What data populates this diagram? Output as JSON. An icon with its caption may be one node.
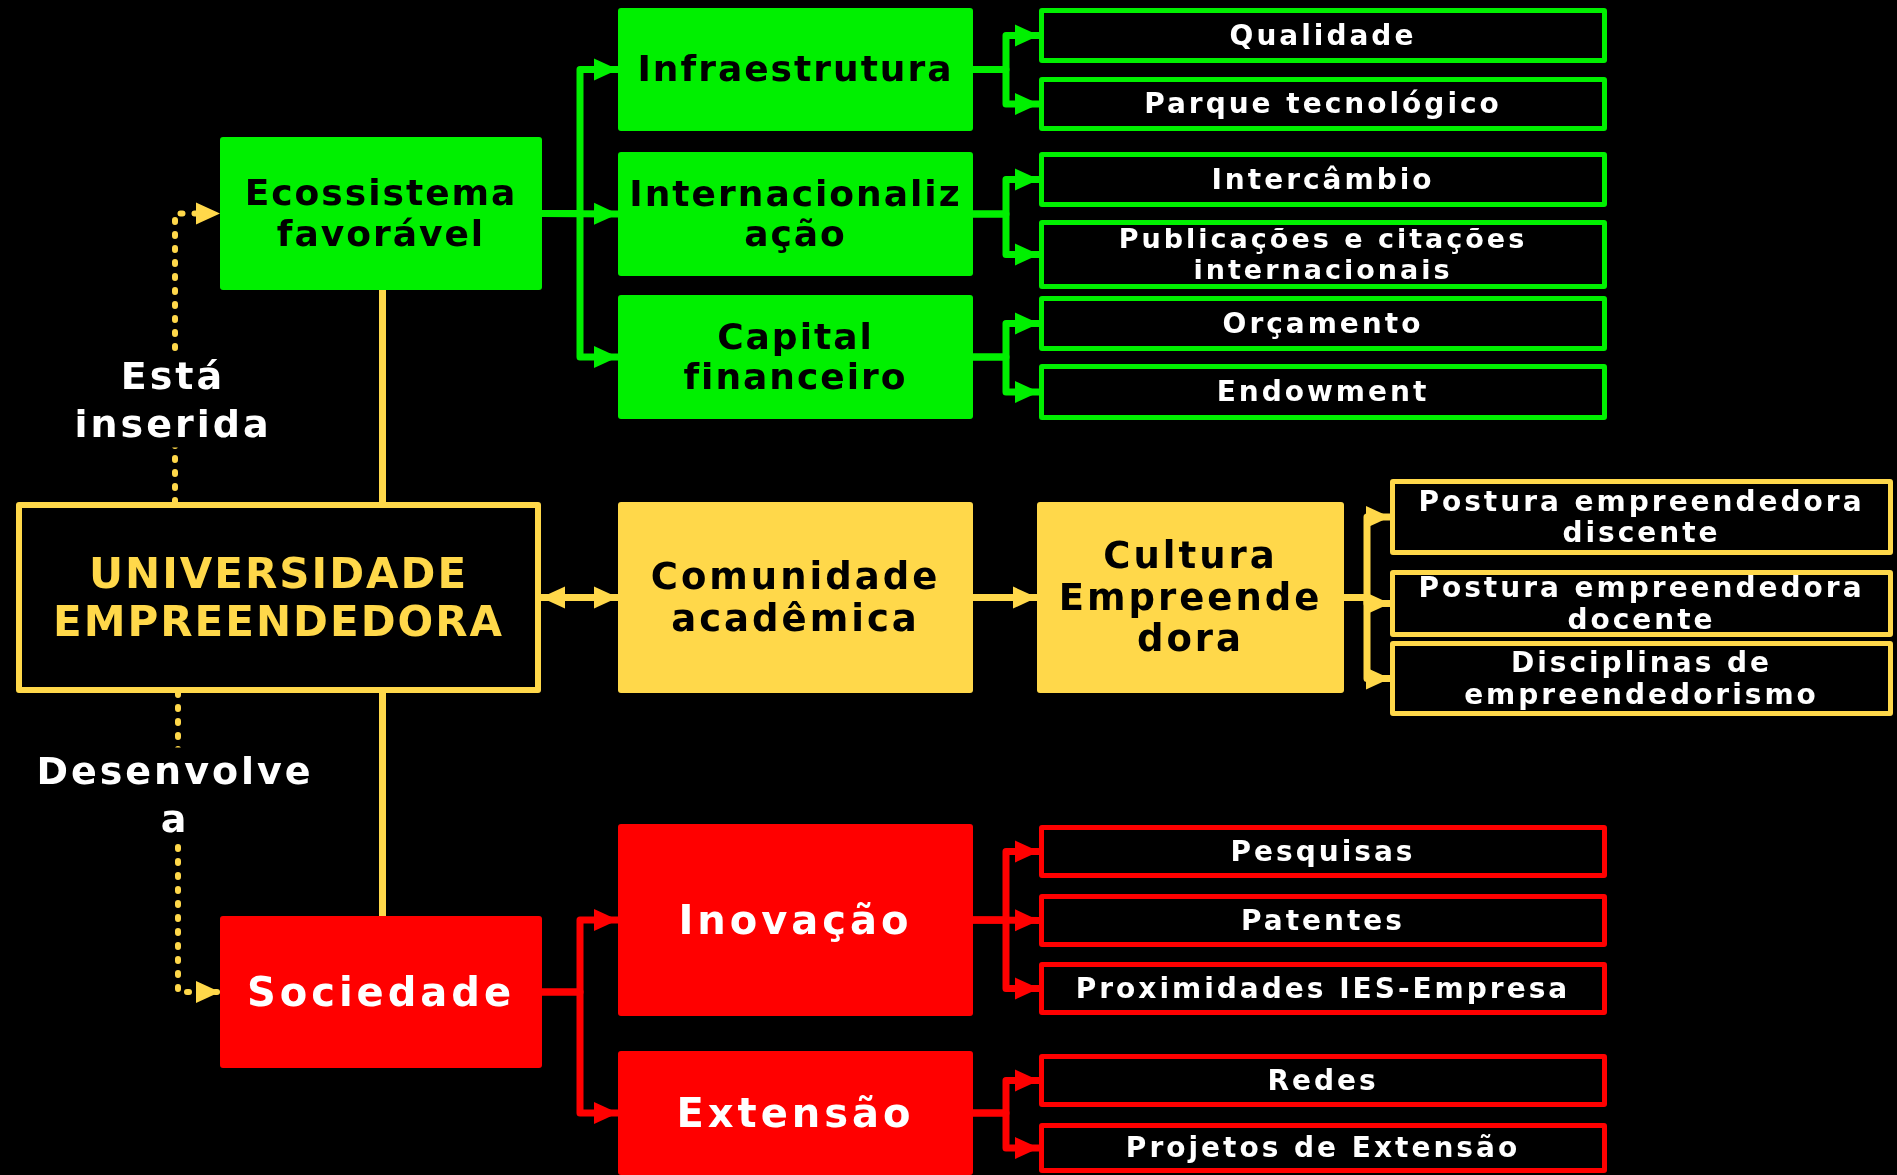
{
  "diagram": {
    "nodes": [
      {
        "text": [
          "Ecossistema favorável"
        ]
      },
      {
        "text": [
          "Infraestrutura"
        ]
      },
      {
        "text": [
          "Qualidade"
        ]
      },
      {
        "text": [
          "Parque tecnológico"
        ]
      },
      {
        "text": [
          "Internacionalização"
        ]
      },
      {
        "text": [
          "Intercâmbio"
        ]
      },
      {
        "text": [
          "Publicações e citações internacionais"
        ]
      },
      {
        "text": [
          "Capital financeiro"
        ]
      },
      {
        "text": [
          "Orçamento"
        ]
      },
      {
        "text": [
          "Endowment"
        ]
      },
      {
        "text": [
          "UNIVERSIDADE EMPREENDEDORA"
        ]
      },
      {
        "text": [
          "Comunidade acadêmica"
        ]
      },
      {
        "text": [
          "Cultura Empreendedora"
        ]
      },
      {
        "text": [
          "Postura empreendedora discente"
        ]
      },
      {
        "text": [
          "Postura empreendedora docente"
        ]
      },
      {
        "text": [
          "Disciplinas de empreendedorismo"
        ]
      },
      {
        "text": [
          "Sociedade"
        ]
      },
      {
        "text": [
          "Inovação"
        ]
      },
      {
        "text": [
          "Pesquisas"
        ]
      },
      {
        "text": [
          "Patentes"
        ]
      },
      {
        "text": [
          "Proximidades IES-Empresa"
        ]
      },
      {
        "text": [
          "Extensão"
        ]
      },
      {
        "text": [
          "Redes"
        ]
      },
      {
        "text": [
          "Projetos de Extensão"
        ]
      }
    ],
    "edges": [
      {
        "from": 10,
        "to": 0,
        "arrow": "none",
        "color": "#ffd84a"
      },
      {
        "from": 10,
        "to": 16,
        "arrow": "none",
        "color": "#ffd84a"
      },
      {
        "from": 10,
        "to": 0,
        "arrow": "to",
        "label": "Está inserida",
        "style": "dashed",
        "color": "#ffd84a"
      },
      {
        "from": 10,
        "to": 16,
        "arrow": "to",
        "label": "Desenvolve a",
        "style": "dashed",
        "color": "#ffd84a"
      },
      {
        "from": 0,
        "to": 1,
        "arrow": "to",
        "color": "#00f000"
      },
      {
        "from": 0,
        "to": 4,
        "arrow": "to",
        "color": "#00f000"
      },
      {
        "from": 0,
        "to": 7,
        "arrow": "to",
        "color": "#00f000"
      },
      {
        "from": 1,
        "to": 2,
        "arrow": "to",
        "color": "#00f000"
      },
      {
        "from": 1,
        "to": 3,
        "arrow": "to",
        "color": "#00f000"
      },
      {
        "from": 4,
        "to": 5,
        "arrow": "to",
        "color": "#00f000"
      },
      {
        "from": 4,
        "to": 6,
        "arrow": "to",
        "color": "#00f000"
      },
      {
        "from": 7,
        "to": 8,
        "arrow": "to",
        "color": "#00f000"
      },
      {
        "from": 7,
        "to": 9,
        "arrow": "to",
        "color": "#00f000"
      },
      {
        "from": 10,
        "to": 11,
        "arrow": "both",
        "color": "#ffd84a"
      },
      {
        "from": 11,
        "to": 12,
        "arrow": "to",
        "color": "#ffd84a"
      },
      {
        "from": 12,
        "to": 13,
        "arrow": "to",
        "color": "#ffd84a"
      },
      {
        "from": 12,
        "to": 14,
        "arrow": "to",
        "color": "#ffd84a"
      },
      {
        "from": 12,
        "to": 15,
        "arrow": "to",
        "color": "#ffd84a"
      },
      {
        "from": 16,
        "to": 17,
        "arrow": "to",
        "color": "#ff0000"
      },
      {
        "from": 16,
        "to": 21,
        "arrow": "to",
        "color": "#ff0000"
      },
      {
        "from": 17,
        "to": 18,
        "arrow": "to",
        "color": "#ff0000"
      },
      {
        "from": 17,
        "to": 19,
        "arrow": "to",
        "color": "#ff0000"
      },
      {
        "from": 17,
        "to": 20,
        "arrow": "to",
        "color": "#ff0000"
      },
      {
        "from": 21,
        "to": 22,
        "arrow": "to",
        "color": "#ff0000"
      },
      {
        "from": 21,
        "to": 23,
        "arrow": "to",
        "color": "#ff0000"
      }
    ]
  }
}
